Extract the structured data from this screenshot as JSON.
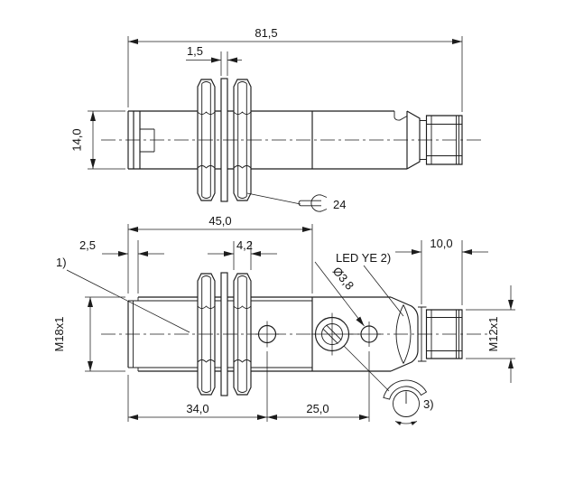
{
  "drawing": {
    "description": "Dimensional drawing of cylindrical M18 inductive sensor with lock nuts and M12 connector",
    "colors": {
      "line": "#1c1c1c",
      "background": "#ffffff"
    },
    "top_view": {
      "name": "side-view-with-lock-nuts",
      "dims": {
        "overall_length": "81,5",
        "spacer_thickness": "1,5",
        "body_height": "14,0",
        "wrench_size": "24"
      }
    },
    "bottom_view": {
      "name": "side-view-led-and-potentiometer",
      "dims": {
        "thread_length": "45,0",
        "thread_relief": "2,5",
        "nut_thickness": "4,2",
        "connector_length": "10,0",
        "hole_distance_front": "34,0",
        "hole_distance_rear": "25,0",
        "front_thread": "M18x1",
        "connector_thread": "M12x1",
        "led_hole_diameter": "Ø3,8"
      },
      "labels": {
        "note_1": "1)",
        "led": "LED YE 2)",
        "note_3": "3)"
      }
    }
  }
}
